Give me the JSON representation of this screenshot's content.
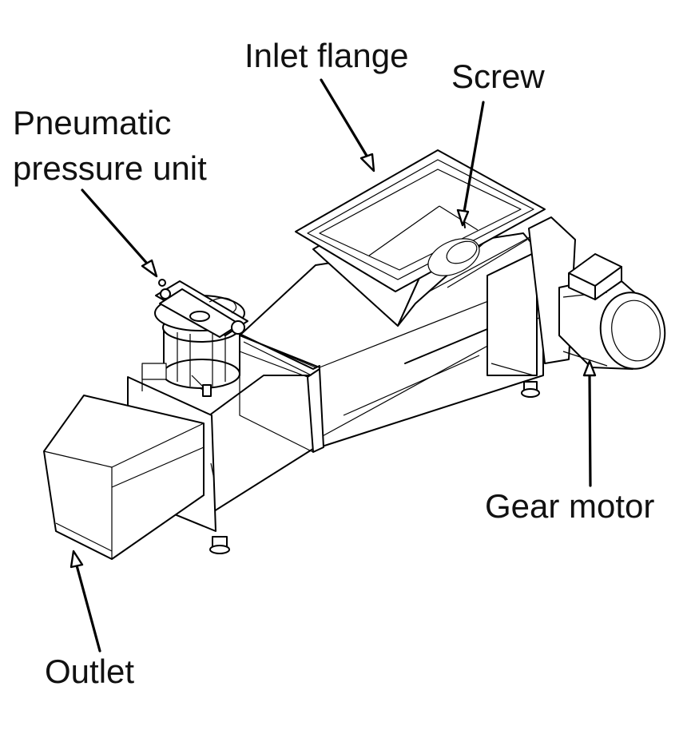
{
  "labels": {
    "inlet_flange": "Inlet flange",
    "screw": "Screw",
    "pneumatic_line1": "Pneumatic",
    "pneumatic_line2": "pressure unit",
    "gear_motor": "Gear motor",
    "outlet": "Outlet"
  },
  "colors": {
    "line": "#000000",
    "background": "#ffffff"
  }
}
